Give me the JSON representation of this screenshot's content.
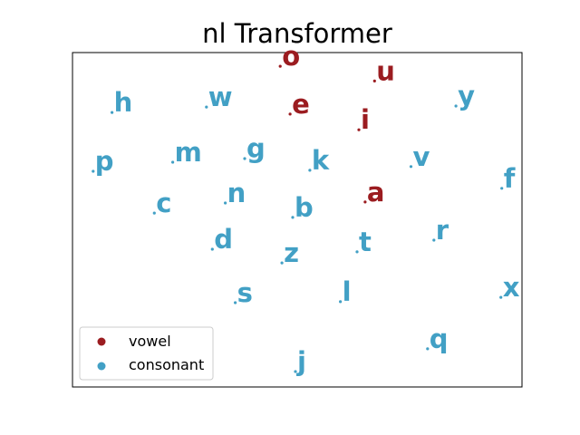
{
  "chart_data": {
    "type": "scatter",
    "title": "nl Transformer",
    "xlabel": "",
    "ylabel": "",
    "grid": false,
    "axes_ticks_visible": false,
    "legend_location": "lower-left",
    "legend": [
      {
        "label": "vowel",
        "color": "#9b1c20"
      },
      {
        "label": "consonant",
        "color": "#42a0c5"
      }
    ],
    "xlim": [
      0,
      100
    ],
    "ylim": [
      0,
      100
    ],
    "series": [
      {
        "name": "vowel",
        "color": "#9b1c20",
        "points": [
          {
            "label": "o",
            "x": 46.2,
            "y": 95.9
          },
          {
            "label": "u",
            "x": 67.2,
            "y": 91.5
          },
          {
            "label": "e",
            "x": 48.4,
            "y": 81.6
          },
          {
            "label": "i",
            "x": 63.7,
            "y": 76.9
          },
          {
            "label": "a",
            "x": 65.1,
            "y": 55.3
          }
        ]
      },
      {
        "name": "consonant",
        "color": "#42a0c5",
        "points": [
          {
            "label": "h",
            "x": 8.8,
            "y": 82.1
          },
          {
            "label": "w",
            "x": 29.8,
            "y": 83.7
          },
          {
            "label": "y",
            "x": 85.3,
            "y": 84.0
          },
          {
            "label": "p",
            "x": 4.6,
            "y": 64.5
          },
          {
            "label": "m",
            "x": 22.3,
            "y": 67.2
          },
          {
            "label": "g",
            "x": 38.3,
            "y": 68.3
          },
          {
            "label": "k",
            "x": 52.8,
            "y": 64.8
          },
          {
            "label": "v",
            "x": 75.3,
            "y": 65.9
          },
          {
            "label": "f",
            "x": 95.5,
            "y": 59.4
          },
          {
            "label": "c",
            "x": 18.2,
            "y": 52.0
          },
          {
            "label": "n",
            "x": 34.0,
            "y": 55.0
          },
          {
            "label": "b",
            "x": 49.0,
            "y": 50.7
          },
          {
            "label": "r",
            "x": 80.4,
            "y": 43.9
          },
          {
            "label": "d",
            "x": 31.1,
            "y": 41.2
          },
          {
            "label": "z",
            "x": 46.6,
            "y": 37.1
          },
          {
            "label": "t",
            "x": 63.3,
            "y": 40.4
          },
          {
            "label": "x",
            "x": 95.3,
            "y": 26.8
          },
          {
            "label": "s",
            "x": 36.2,
            "y": 25.2
          },
          {
            "label": "l",
            "x": 59.6,
            "y": 25.5
          },
          {
            "label": "q",
            "x": 79.0,
            "y": 11.4
          },
          {
            "label": "j",
            "x": 49.6,
            "y": 4.6
          }
        ]
      }
    ]
  }
}
